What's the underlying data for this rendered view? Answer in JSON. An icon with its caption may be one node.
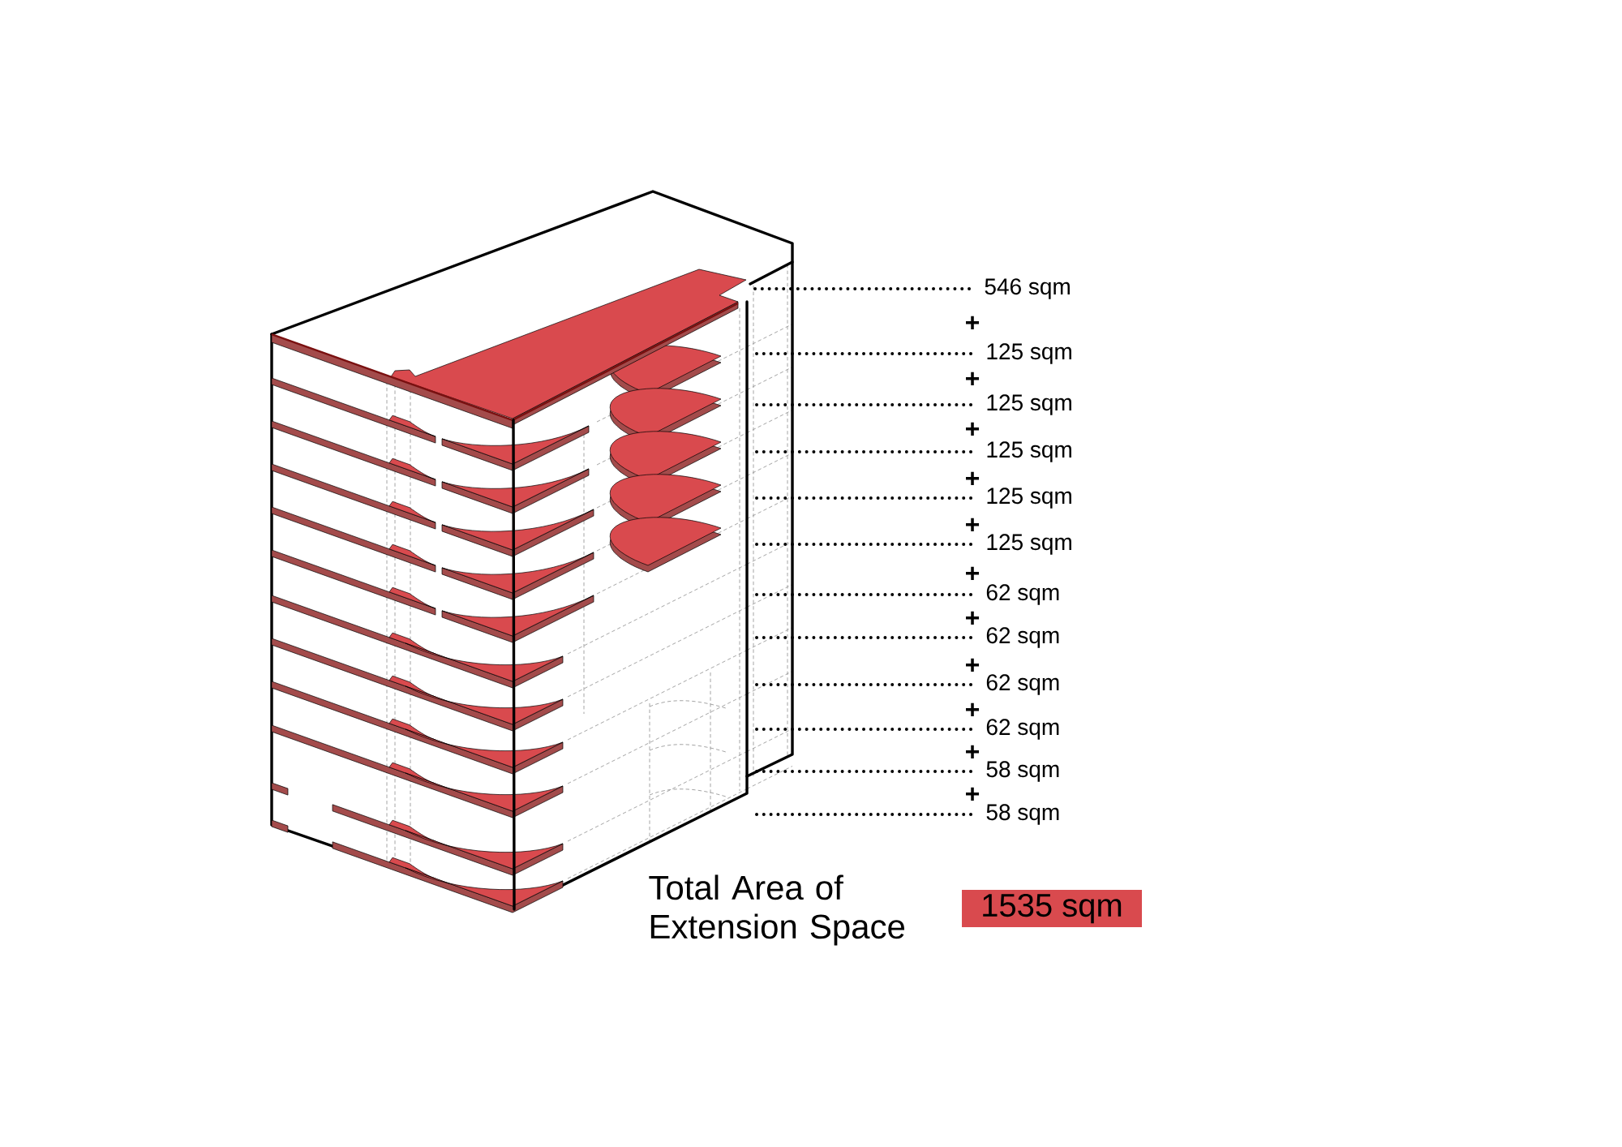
{
  "diagram": {
    "nodes": [
      {
        "text": [
          "546 sqm"
        ]
      },
      {
        "text": [
          "125 sqm"
        ]
      },
      {
        "text": [
          "125 sqm"
        ]
      },
      {
        "text": [
          "125 sqm"
        ]
      },
      {
        "text": [
          "125 sqm"
        ]
      },
      {
        "text": [
          "125 sqm"
        ]
      },
      {
        "text": [
          "62 sqm"
        ]
      },
      {
        "text": [
          "62 sqm"
        ]
      },
      {
        "text": [
          "62 sqm"
        ]
      },
      {
        "text": [
          "62 sqm"
        ]
      },
      {
        "text": [
          "58 sqm"
        ]
      },
      {
        "text": [
          "58 sqm"
        ]
      },
      {
        "text": [
          "1535 sqm"
        ]
      }
    ],
    "edges": [
      {
        "from": 0,
        "to": null,
        "arrow": "none"
      },
      {
        "from": 1,
        "to": null,
        "arrow": "none"
      },
      {
        "from": 2,
        "to": null,
        "arrow": "none"
      },
      {
        "from": 3,
        "to": null,
        "arrow": "none"
      },
      {
        "from": 4,
        "to": null,
        "arrow": "none"
      },
      {
        "from": 5,
        "to": null,
        "arrow": "none"
      },
      {
        "from": 6,
        "to": null,
        "arrow": "none"
      },
      {
        "from": 7,
        "to": null,
        "arrow": "none"
      },
      {
        "from": 8,
        "to": null,
        "arrow": "none"
      },
      {
        "from": 9,
        "to": null,
        "arrow": "none"
      },
      {
        "from": 10,
        "to": null,
        "arrow": "none"
      },
      {
        "from": 11,
        "to": null,
        "arrow": "none"
      }
    ],
    "labels": [
      "+",
      "+",
      "+",
      "+",
      "+",
      "+",
      "+",
      "+",
      "+",
      "+",
      "+",
      "Total Area of Extension Space"
    ]
  }
}
